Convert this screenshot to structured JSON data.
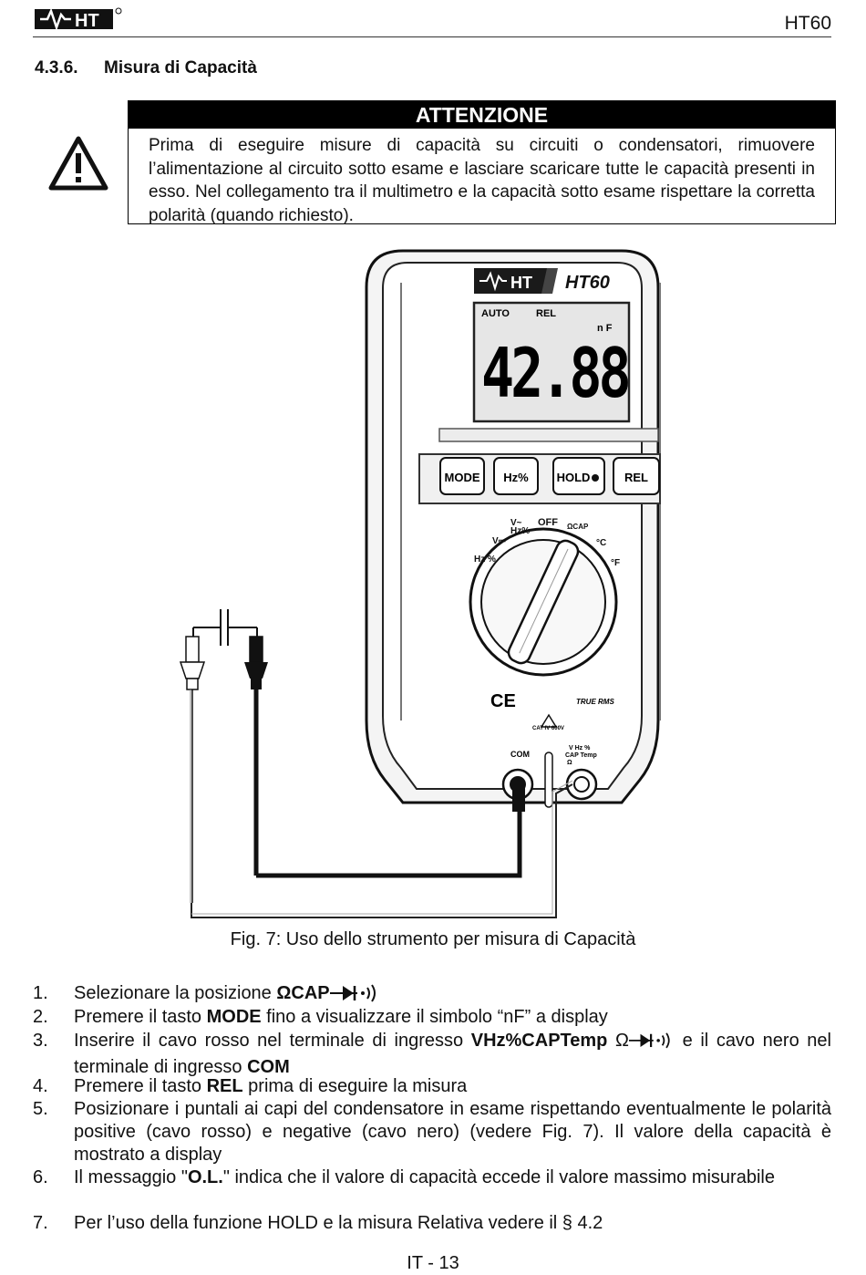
{
  "header": {
    "logo_text": "HT",
    "doc_code": "HT60"
  },
  "section": {
    "number": "4.3.6.",
    "title": "Misura di Capacità"
  },
  "warning": {
    "title": "ATTENZIONE",
    "text": "Prima di eseguire misure di capacità su circuiti o condensatori, rimuovere l’alimentazione al circuito sotto esame e lasciare scaricare tutte le capacità presenti in esso. Nel collegamento tra il multimetro e la capacità sotto esame rispettare la corretta polarità (quando richiesto)."
  },
  "meter": {
    "brand": "HT",
    "model": "HT60",
    "lcd": {
      "auto": "AUTO",
      "rel": "REL",
      "unit": "n F",
      "value": "42.88"
    },
    "buttons": [
      "MODE",
      "Hz%",
      "HOLD",
      "REL"
    ],
    "dial_labels": {
      "off": "OFF",
      "v_ac": "V~",
      "hz_pct_top": "Hz%",
      "v_dc": "V⎓",
      "hz_pct_left": "Hz %",
      "ohm_cap": "ΩCAP",
      "celsius": "°C",
      "fahrenheit": "°F"
    },
    "ce_mark": "CE",
    "true_rms": "TRUE RMS",
    "cat_rating": "CAT IV 600V",
    "terminal_com": "COM",
    "terminal_v_line1": "V Hz %",
    "terminal_v_line2": "CAP Temp",
    "terminal_v_line3": "Ω"
  },
  "figure": {
    "caption": "Fig. 7: Uso dello strumento per misura di Capacità"
  },
  "steps": [
    {
      "n": "1.",
      "a": "Selezionare la posizione ",
      "b": "ΩCAP"
    },
    {
      "n": "2.",
      "a": "Premere il tasto ",
      "b": "MODE",
      "c": " fino a visualizzare il simbolo “nF” a display"
    },
    {
      "n": "3.",
      "a": "Inserire il cavo rosso nel terminale di ingresso ",
      "b": "VHz%CAPTemp",
      "sym": "Ω",
      "c": " e il cavo nero nel terminale di ingresso ",
      "d": "COM"
    },
    {
      "n": "4.",
      "a": "Premere il tasto ",
      "b": "REL",
      "c": " prima di eseguire la misura"
    },
    {
      "n": "5.",
      "a": "Posizionare i puntali ai capi del condensatore in esame rispettando eventualmente le polarità positive (cavo rosso) e negative (cavo nero) (vedere Fig. 7). Il valore della capacità è mostrato a display"
    },
    {
      "n": "6.",
      "a": "Il messaggio \"",
      "b": "O.L.",
      "c": "\" indica che il valore di capacità eccede il valore massimo misurabile"
    },
    {
      "n": "7.",
      "a": "Per l’uso della funzione HOLD e la misura Relativa vedere il § 4.2"
    }
  ],
  "footer": {
    "page": "IT - 13"
  }
}
